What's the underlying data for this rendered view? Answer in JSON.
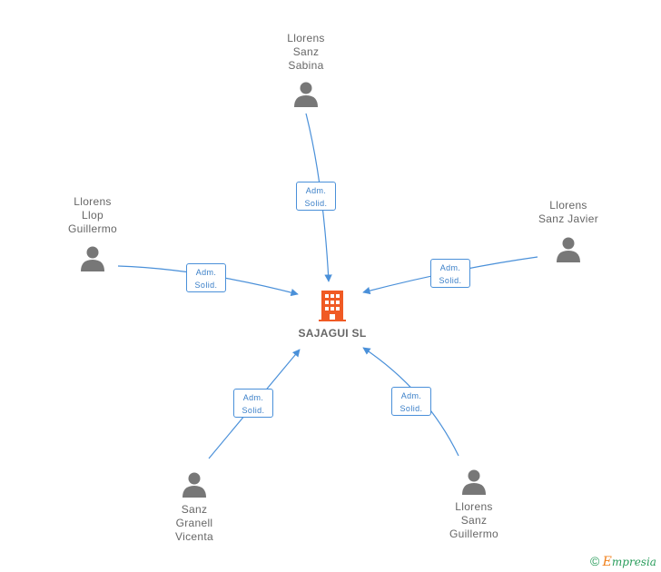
{
  "company": {
    "name": "SAJAGUI SL",
    "icon": "building-icon",
    "color": "#f05a24"
  },
  "role_labels": {
    "line1": "Adm.",
    "line2": "Solid."
  },
  "people": [
    {
      "id": "llorens-sanz-sabina",
      "lines": [
        "Llorens",
        "Sanz",
        "Sabina"
      ],
      "icon": "person-icon"
    },
    {
      "id": "llorens-llop-guillermo",
      "lines": [
        "Llorens",
        "Llop",
        "Guillermo"
      ],
      "icon": "person-icon"
    },
    {
      "id": "llorens-sanz-javier",
      "lines": [
        "Llorens",
        "Sanz Javier"
      ],
      "icon": "person-icon"
    },
    {
      "id": "sanz-granell-vicenta",
      "lines": [
        "Sanz",
        "Granell",
        "Vicenta"
      ],
      "icon": "person-icon"
    },
    {
      "id": "llorens-sanz-guillermo",
      "lines": [
        "Llorens",
        "Sanz",
        "Guillermo"
      ],
      "icon": "person-icon"
    }
  ],
  "brand": {
    "copyright": "©",
    "initial": "E",
    "rest": "mpresia"
  },
  "colors": {
    "edge": "#4a90d9",
    "person": "#777777",
    "text": "#666666"
  }
}
